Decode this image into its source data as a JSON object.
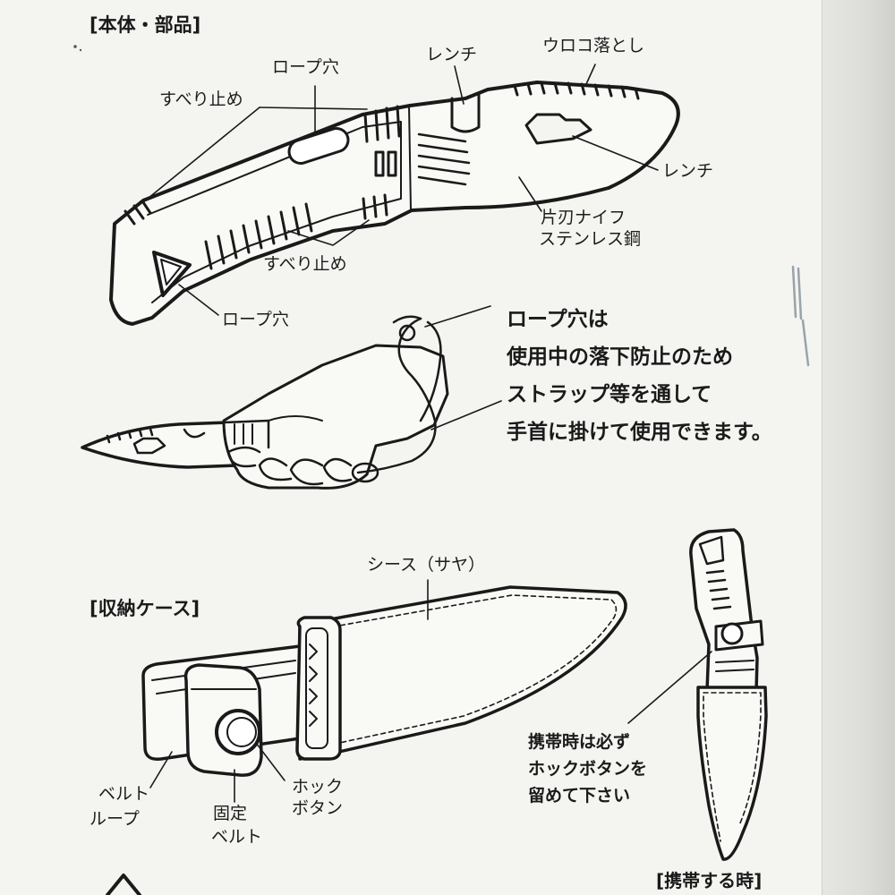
{
  "headings": {
    "parts": "[本体・部品]",
    "case": "[収納ケース]",
    "carry": "[携帯する時]"
  },
  "labels": {
    "rope_hole_top": "ロープ穴",
    "wrench_top": "レンチ",
    "scale_remover": "ウロコ落とし",
    "grip_top": "すべり止め",
    "wrench_side": "レンチ",
    "blade_line1": "片刃ナイフ",
    "blade_line2": "ステンレス鋼",
    "grip_bottom": "すべり止め",
    "rope_hole_bottom": "ロープ穴",
    "sheath": "シース（サヤ）",
    "belt_loop_line1": "ベルト",
    "belt_loop_line2": "ループ",
    "fix_belt_line1": "固定",
    "fix_belt_line2": "ベルト",
    "hook_button_line1": "ホック",
    "hook_button_line2": "ボタン"
  },
  "rope_note": [
    "ロープ穴は",
    "使用中の落下防止のため",
    "ストラップ等を通して",
    "手首に掛けて使用できます。"
  ],
  "carry_note": [
    "携帯時は必ず",
    "ホックボタンを",
    "留めて下さい"
  ]
}
